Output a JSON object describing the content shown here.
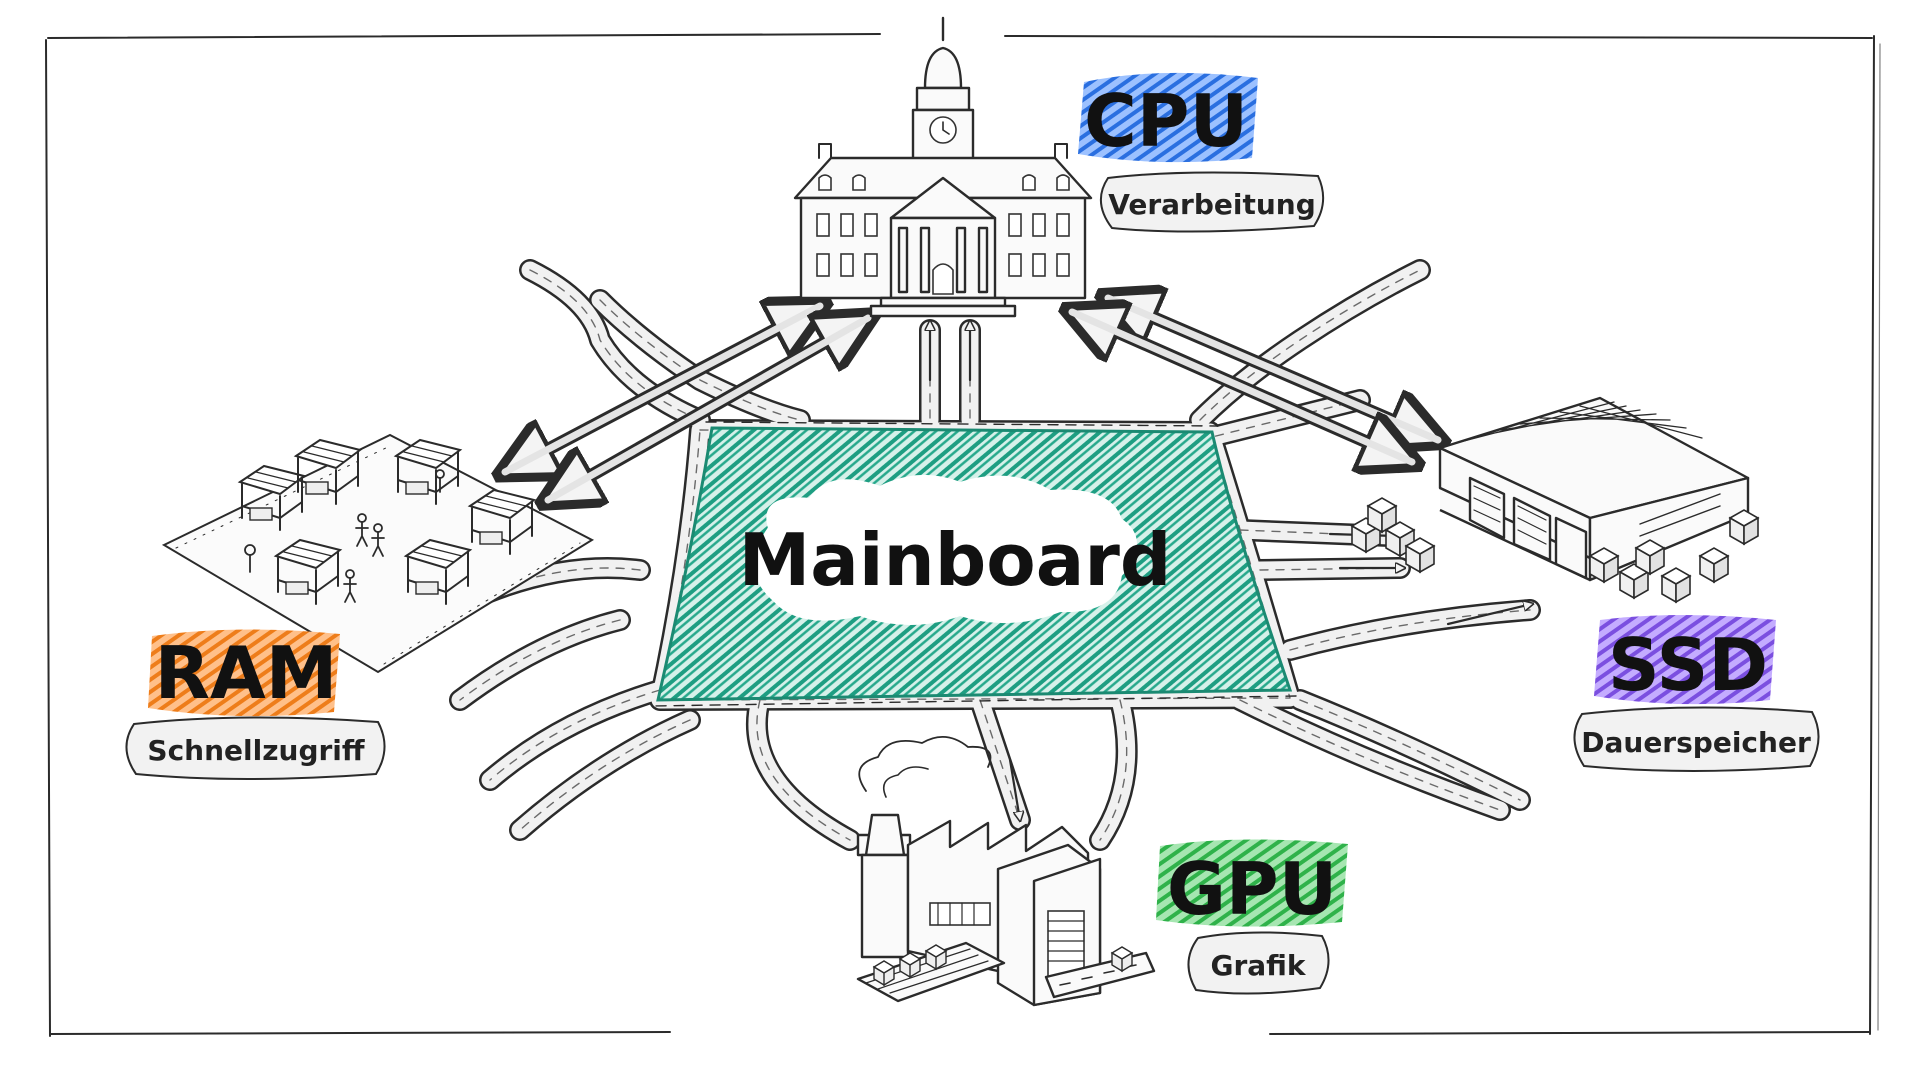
{
  "center": {
    "label": "Mainboard",
    "color": "#1e9e82"
  },
  "nodes": {
    "cpu": {
      "title": "CPU",
      "subtitle": "Verarbeitung",
      "color": "#2a6fe0",
      "icon": "town-hall-icon"
    },
    "ram": {
      "title": "RAM",
      "subtitle": "Schnellzugriff",
      "color": "#ee7d1a",
      "icon": "market-icon"
    },
    "ssd": {
      "title": "SSD",
      "subtitle": "Dauerspeicher",
      "color": "#7b4fe0",
      "icon": "warehouse-icon"
    },
    "gpu": {
      "title": "GPU",
      "subtitle": "Grafik",
      "color": "#2fb24a",
      "icon": "factory-icon"
    }
  }
}
